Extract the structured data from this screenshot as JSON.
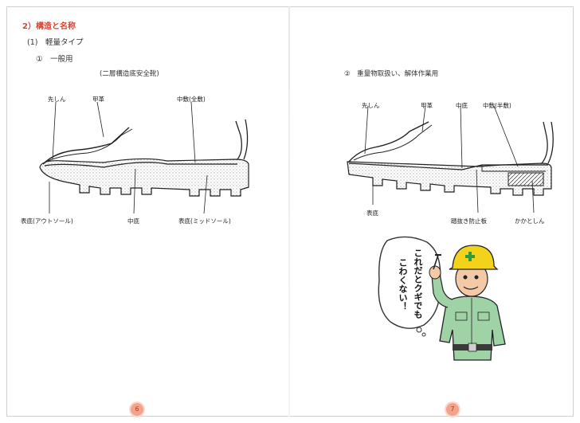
{
  "section": {
    "title": "2）構造と名称",
    "subtitle": "(1)　軽量タイプ",
    "item1": "①　一般用"
  },
  "left_diagram": {
    "caption": "(二層構造底安全靴)",
    "labels": {
      "toe_cap": "先しん",
      "upper": "甲革",
      "insole": "中敷(全敷)",
      "outsole": "表底(アウトソール)",
      "midsole_center": "中底",
      "midsole": "表底(ミッドソール)"
    }
  },
  "right_diagram": {
    "caption": "②　重量物取扱い、解体作業用",
    "labels": {
      "toe_cap": "先しん",
      "upper": "甲革",
      "midsole": "中底",
      "insole": "中敷(半敷)",
      "outsole": "表底",
      "anti_puncture": "踏抜き防止板",
      "heel_core": "かかとしん"
    }
  },
  "character": {
    "speech": [
      "これだとクギでも",
      "こわくない！"
    ]
  },
  "pages": {
    "left": "6",
    "right": "7"
  },
  "colors": {
    "accent": "#d8442f",
    "helmet": "#f2d21a",
    "uniform": "#9fd3a6",
    "page_badge": "#f2a38c"
  }
}
